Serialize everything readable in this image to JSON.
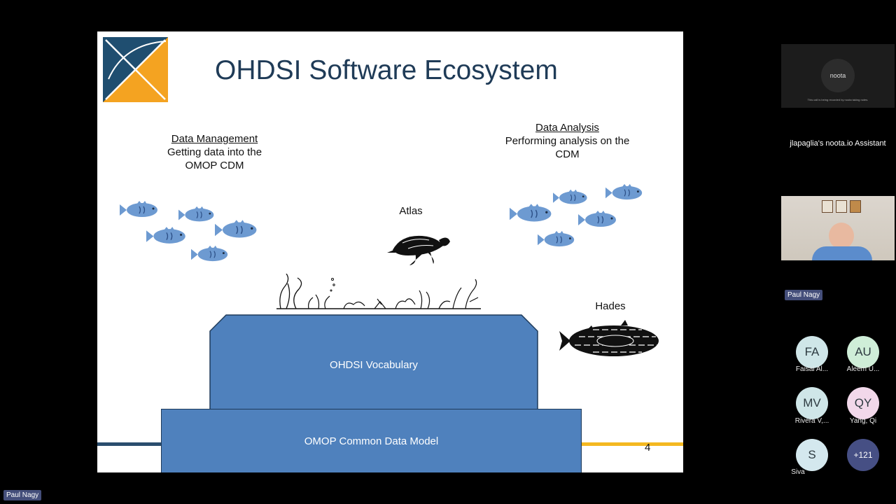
{
  "slide": {
    "title": "OHDSI Software Ecosystem",
    "data_management": {
      "heading": "Data Management",
      "subtitle": "Getting data into the OMOP CDM"
    },
    "data_analysis": {
      "heading": "Data Analysis",
      "subtitle": "Performing analysis on the CDM"
    },
    "atlas_label": "Atlas",
    "hades_label": "Hades",
    "vocabulary_label": "OHDSI Vocabulary",
    "cdm_label": "OMOP Common Data Model",
    "page_number": "4"
  },
  "panel": {
    "assistant_logo_text": "noota",
    "assistant_note": "This call is being recorded by noota taking notes.",
    "assistant_name": "jlapaglia's noota.io Assistant",
    "speaker_name": "Paul Nagy",
    "participants": [
      {
        "initials": "FA",
        "name": "Faisal Al...",
        "color": "#cfe6e8"
      },
      {
        "initials": "AU",
        "name": "Aleem U...",
        "color": "#cfeed8"
      },
      {
        "initials": "MV",
        "name": "Rivera V,...",
        "color": "#cfe6e8"
      },
      {
        "initials": "QY",
        "name": "Yang, Qi",
        "color": "#f2d8ea"
      },
      {
        "initials": "S",
        "name": "Siva",
        "color": "#d4e8ee"
      }
    ],
    "more_count": "+121"
  },
  "bottom_name_tag": "Paul Nagy",
  "colors": {
    "navy": "#1f3b57",
    "block_blue": "#4f81bd",
    "accent_orange": "#f4a321",
    "fish_blue": "#6d9ad1"
  }
}
